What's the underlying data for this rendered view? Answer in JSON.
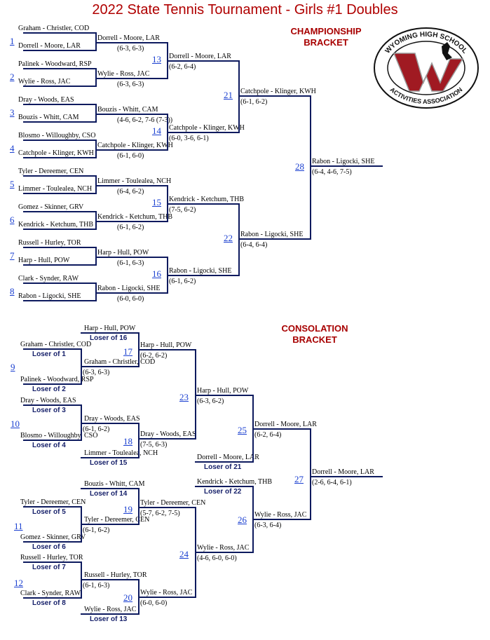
{
  "title": "2022 State Tennis Tournament - Girls #1 Doubles",
  "championship_header": [
    "CHAMPIONSHIP",
    "BRACKET"
  ],
  "consolation_header": [
    "CONSOLATION",
    "BRACKET"
  ],
  "logo_text": "WYOMING HIGH SCHOOL ACTIVITIES ASSOCIATION",
  "colors": {
    "title": "#b00000",
    "lines": "#0d1a5e",
    "links": "#1a3fd0"
  },
  "championship": {
    "entries": [
      {
        "name": "Graham - Christler, COD"
      },
      {
        "name": "Dorrell - Moore, LAR"
      },
      {
        "name": "Palinek - Woodward, RSP"
      },
      {
        "name": "Wylie - Ross, JAC"
      },
      {
        "name": "Dray - Woods, EAS"
      },
      {
        "name": "Bouzis - Whitt, CAM"
      },
      {
        "name": "Blosmo - Willoughby, CSO"
      },
      {
        "name": "Catchpole - Klinger, KWH"
      },
      {
        "name": "Tyler - Dereemer, CEN"
      },
      {
        "name": "Limmer - Toulealea, NCH"
      },
      {
        "name": "Gomez - Skinner, GRV"
      },
      {
        "name": "Kendrick - Ketchum, THB"
      },
      {
        "name": "Russell - Hurley, TOR"
      },
      {
        "name": "Harp - Hull, POW"
      },
      {
        "name": "Clark - Synder, RAW"
      },
      {
        "name": "Rabon - Ligocki, SHE"
      },
      {
        "name": "Dorrell - Moore, LAR",
        "score": "(6-3, 6-3)"
      },
      {
        "name": "Wylie - Ross, JAC",
        "score": "(6-3, 6-3)"
      },
      {
        "name": "Bouzis - Whitt, CAM",
        "score": "(4-6, 6-2, 7-6 (7-3))"
      },
      {
        "name": "Catchpole - Klinger, KWH",
        "score": "(6-1, 6-0)"
      },
      {
        "name": "Limmer - Toulealea, NCH",
        "score": "(6-4, 6-2)"
      },
      {
        "name": "Kendrick - Ketchum, THB",
        "score": "(6-1, 6-2)"
      },
      {
        "name": "Harp - Hull, POW",
        "score": "(6-1, 6-3)"
      },
      {
        "name": "Rabon - Ligocki, SHE",
        "score": "(6-0, 6-0)"
      },
      {
        "name": "Dorrell - Moore, LAR",
        "score": "(6-2, 6-4)"
      },
      {
        "name": "Catchpole - Klinger, KWH",
        "score": "(6-0, 3-6, 6-1)"
      },
      {
        "name": "Kendrick - Ketchum, THB",
        "score": "(7-5, 6-2)"
      },
      {
        "name": "Rabon - Ligocki, SHE",
        "score": "(6-1, 6-2)"
      },
      {
        "name": "Catchpole - Klinger, KWH",
        "score": "(6-1, 6-2)"
      },
      {
        "name": "Rabon - Ligocki, SHE",
        "score": "(6-4, 6-4)"
      },
      {
        "name": "Rabon - Ligocki, SHE",
        "score": "(6-4, 4-6, 7-5)"
      }
    ],
    "match_numbers": [
      "1",
      "2",
      "3",
      "4",
      "5",
      "6",
      "7",
      "8",
      "13",
      "14",
      "15",
      "16",
      "21",
      "22",
      "28"
    ]
  },
  "consolation": {
    "entries": [
      {
        "name": "Graham - Christler, COD",
        "loser": "Loser of 1"
      },
      {
        "name": "Palinek - Woodward, RSP",
        "loser": "Loser of 2"
      },
      {
        "name": "Dray - Woods, EAS",
        "loser": "Loser of 3"
      },
      {
        "name": "Blosmo - Willoughby, CSO",
        "loser": "Loser of 4"
      },
      {
        "name": "Tyler - Dereemer, CEN",
        "loser": "Loser of 5"
      },
      {
        "name": "Gomez - Skinner, GRV",
        "loser": "Loser of 6"
      },
      {
        "name": "Russell - Hurley, TOR",
        "loser": "Loser of 7"
      },
      {
        "name": "Clark - Synder, RAW",
        "loser": "Loser of 8"
      },
      {
        "name": "Harp - Hull, POW",
        "loser": "Loser of 16"
      },
      {
        "name": "Graham - Christler, COD",
        "score": "(6-3, 6-3)"
      },
      {
        "name": "Dray - Woods, EAS",
        "score": "(6-1, 6-2)"
      },
      {
        "name": "Limmer - Toulealea, NCH",
        "loser": "Loser of 15"
      },
      {
        "name": "Bouzis - Whitt, CAM",
        "loser": "Loser of 14"
      },
      {
        "name": "Tyler - Dereemer, CEN",
        "score": "(6-1, 6-2)"
      },
      {
        "name": "Russell - Hurley, TOR",
        "score": "(6-1, 6-3)"
      },
      {
        "name": "Wylie - Ross, JAC",
        "loser": "Loser of 13"
      },
      {
        "name": "Harp - Hull, POW",
        "score": "(6-2, 6-2)"
      },
      {
        "name": "Dray - Woods, EAS",
        "score": "(7-5, 6-3)"
      },
      {
        "name": "Tyler - Dereemer, CEN",
        "score": "(5-7, 6-2, 7-5)"
      },
      {
        "name": "Wylie - Ross, JAC",
        "score": "(6-0, 6-0)"
      },
      {
        "name": "Harp - Hull, POW",
        "score": "(6-3, 6-2)"
      },
      {
        "name": "Dorrell - Moore, LAR",
        "loser": "Loser of 21"
      },
      {
        "name": "Kendrick - Ketchum, THB",
        "loser": "Loser of 22"
      },
      {
        "name": "Wylie - Ross, JAC",
        "score": "(4-6, 6-0, 6-0)"
      },
      {
        "name": "Dorrell - Moore, LAR",
        "score": "(6-2, 6-4)"
      },
      {
        "name": "Wylie - Ross, JAC",
        "score": "(6-3, 6-4)"
      },
      {
        "name": "Dorrell - Moore, LAR",
        "score": "(2-6, 6-4, 6-1)"
      }
    ],
    "match_numbers": [
      "9",
      "10",
      "11",
      "12",
      "17",
      "18",
      "19",
      "20",
      "23",
      "24",
      "25",
      "26",
      "27"
    ]
  }
}
